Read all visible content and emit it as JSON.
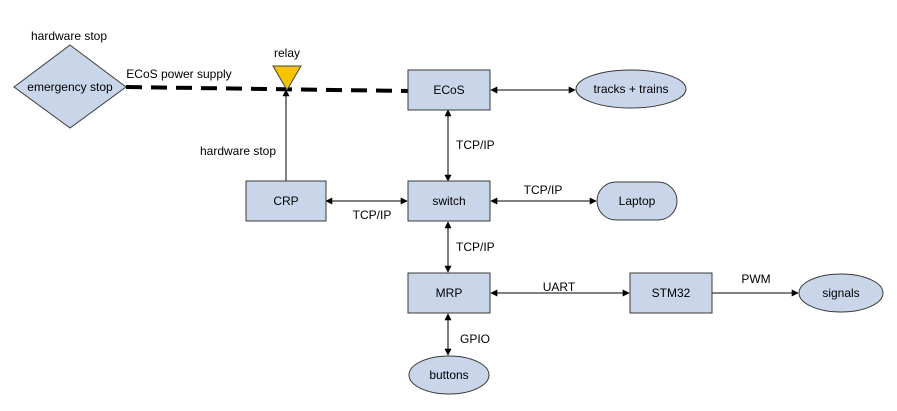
{
  "nodes": {
    "emergency_stop": "emergency stop",
    "relay": "relay",
    "ecos": "ECoS",
    "tracks_trains": "tracks + trains",
    "crp": "CRP",
    "switch": "switch",
    "laptop": "Laptop",
    "mrp": "MRP",
    "stm32": "STM32",
    "signals": "signals",
    "buttons": "buttons"
  },
  "labels": {
    "hardware_stop_top": "hardware stop",
    "ecos_power_supply": "ECoS power supply",
    "hardware_stop_crp": "hardware stop",
    "tcp_ecos_switch": "TCP/IP",
    "tcp_crp_switch": "TCP/IP",
    "tcp_switch_laptop": "TCP/IP",
    "tcp_switch_mrp": "TCP/IP",
    "uart": "UART",
    "pwm": "PWM",
    "gpio": "GPIO"
  },
  "colors": {
    "node_fill": "#c9d6ea",
    "relay_fill": "#f5c400"
  }
}
